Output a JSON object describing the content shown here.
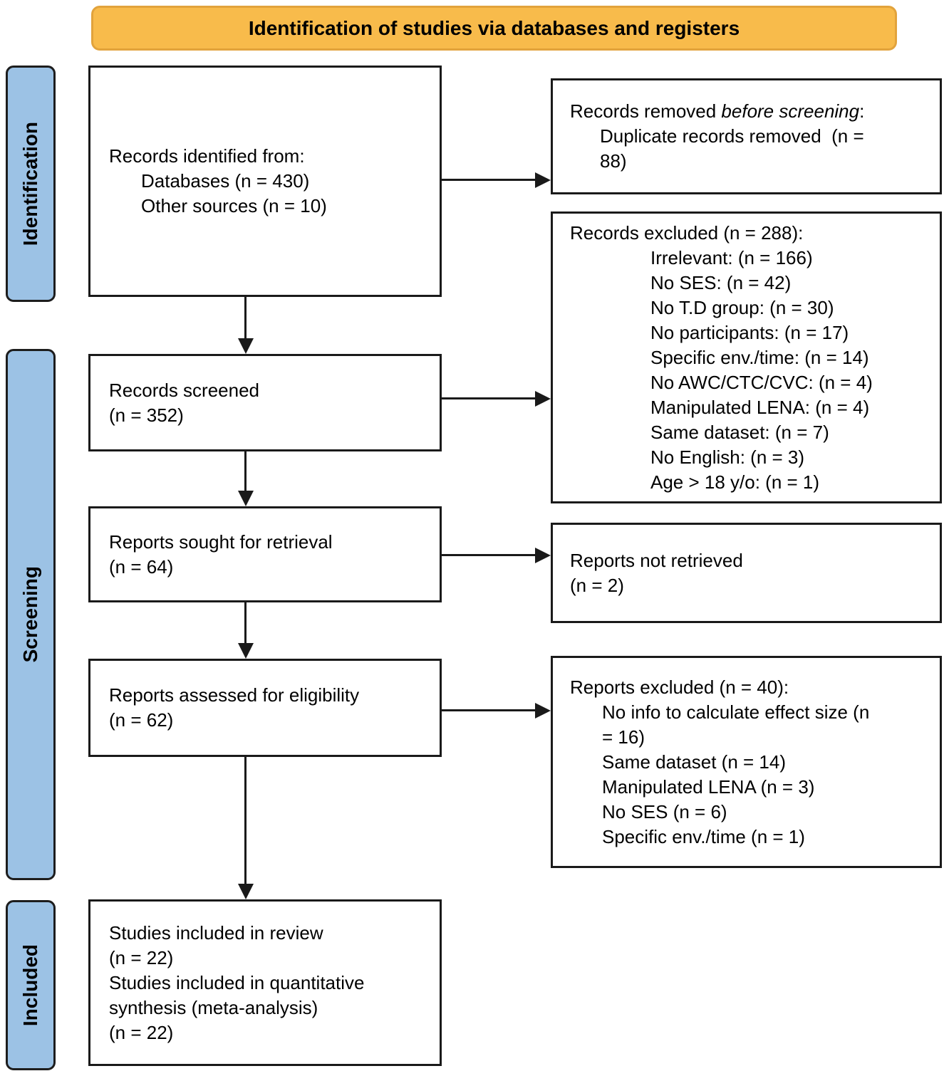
{
  "banner": {
    "title": "Identification of studies via databases and registers"
  },
  "colors": {
    "banner_fill": "#F8BB4B",
    "banner_border": "#E2A33C",
    "stage_fill": "#9CC2E5",
    "line_color": "#1A1A1A"
  },
  "stages": {
    "identification": "Identification",
    "screening": "Screening",
    "included": "Included"
  },
  "boxes": {
    "records_identified": {
      "title": "Records identified from:",
      "items": [
        "Databases (n = 430)",
        "Other sources (n = 10)"
      ]
    },
    "records_removed": {
      "title_prefix": "Records removed ",
      "title_italic": "before screening",
      "title_suffix": ":",
      "items": [
        "Duplicate records removed  (n =",
        "88)"
      ]
    },
    "records_screened": {
      "lines": [
        "Records screened",
        "(n = 352)"
      ]
    },
    "records_excluded": {
      "title": "Records excluded (n = 288):",
      "items": [
        "Irrelevant: (n = 166)",
        "No SES: (n = 42)",
        "No T.D group: (n = 30)",
        "No participants: (n = 17)",
        "Specific env./time: (n = 14)",
        "No AWC/CTC/CVC: (n = 4)",
        "Manipulated LENA: (n = 4)",
        "Same dataset: (n = 7)",
        "No English: (n = 3)",
        "Age > 18 y/o: (n = 1)"
      ]
    },
    "reports_sought": {
      "lines": [
        "Reports sought for retrieval",
        "(n = 64)"
      ]
    },
    "reports_not_retrieved": {
      "lines": [
        "Reports not retrieved",
        "(n = 2)"
      ]
    },
    "reports_assessed": {
      "lines": [
        "Reports assessed for eligibility",
        "(n = 62)"
      ]
    },
    "reports_excluded": {
      "title": "Reports excluded (n = 40):",
      "items": [
        "No info to calculate effect size (n",
        "= 16)",
        "Same dataset (n = 14)",
        "Manipulated LENA (n = 3)",
        "No SES (n = 6)",
        "Specific env./time (n = 1)"
      ]
    },
    "studies_included": {
      "lines": [
        "Studies included in review",
        "(n = 22)",
        "Studies included in quantitative",
        "synthesis (meta-analysis)",
        "(n = 22)"
      ]
    }
  }
}
